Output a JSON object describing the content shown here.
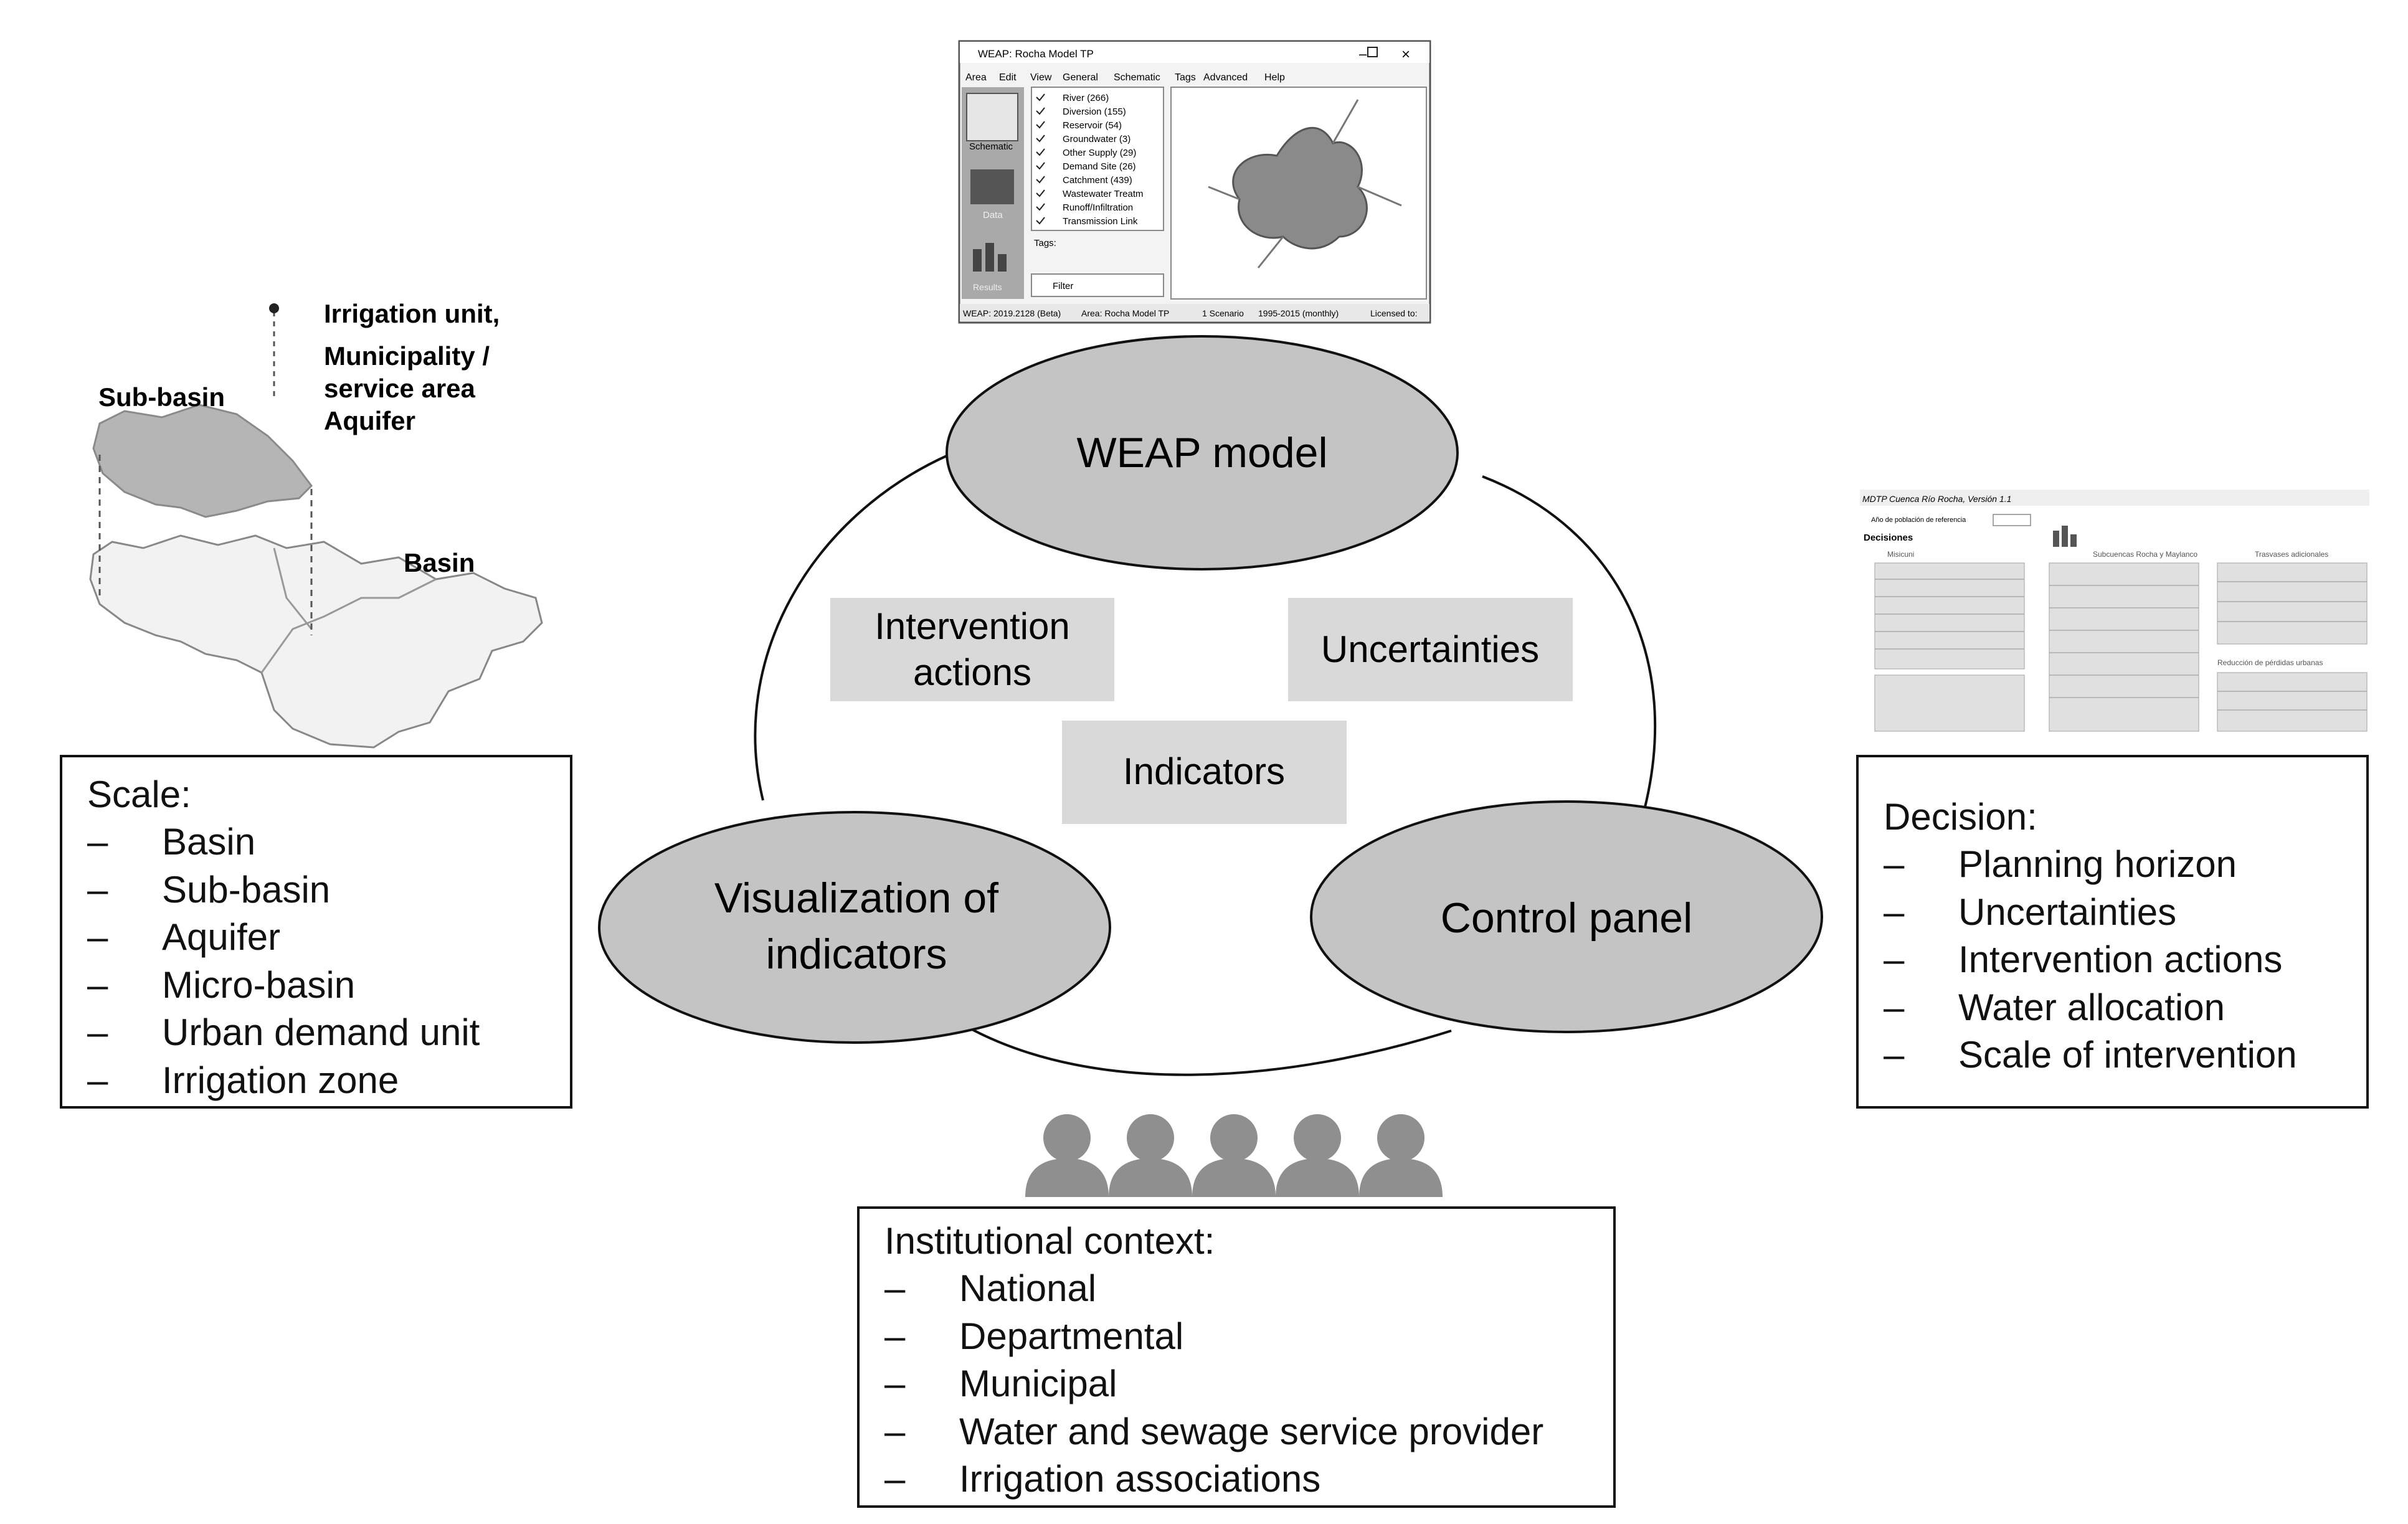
{
  "map": {
    "irrigation_label": "Irrigation unit,",
    "municipality_label": "Municipality /",
    "service_area_label": "service area",
    "aquifer_label": "Aquifer",
    "subbasin_label": "Sub-basin",
    "basin_label": "Basin"
  },
  "scale": {
    "title": "Scale:",
    "items": [
      "Basin",
      "Sub-basin",
      "Aquifer",
      "Micro-basin",
      "Urban demand unit",
      "Irrigation zone"
    ]
  },
  "decision": {
    "title": "Decision:",
    "items": [
      "Planning horizon",
      "Uncertainties",
      "Intervention actions",
      "Water allocation",
      "Scale of intervention"
    ]
  },
  "institutional": {
    "title": "Institutional context:",
    "items": [
      "National",
      "Departmental",
      "Municipal",
      "Water and sewage service provider",
      "Irrigation associations"
    ]
  },
  "cycle": {
    "weap_model": "WEAP model",
    "visualization_line1": "Visualization of",
    "visualization_line2": "indicators",
    "control_panel": "Control panel",
    "intervention_line1": "Intervention",
    "intervention_line2": "actions",
    "uncertainties": "Uncertainties",
    "indicators": "Indicators"
  },
  "bullet_dash": "–",
  "weap_window": {
    "title": "WEAP: Rocha Model TP",
    "menu": [
      "Area",
      "Edit",
      "View",
      "General",
      "Schematic",
      "Tags",
      "Advanced",
      "Help"
    ],
    "side_tabs": [
      "Schematic",
      "Data",
      "Results"
    ],
    "layers": [
      "River (266)",
      "Diversion (155)",
      "Reservoir (54)",
      "Groundwater (3)",
      "Other Supply (29)",
      "Demand Site (26)",
      "Catchment (439)",
      "Wastewater Treatm",
      "Runoff/Infiltration",
      "Transmission Link"
    ],
    "tags_label": "Tags:",
    "filter_label": "Filter",
    "status": [
      "WEAP: 2019.2128 (Beta)",
      "Area: Rocha Model TP",
      "1 Scenario",
      "1995-2015 (monthly)",
      "Licensed to:"
    ]
  },
  "control_panel_shot": {
    "title": "MDTP Cuenca Río Rocha, Versión 1.1",
    "ref_year_label": "Año de población de referencia",
    "decisions_label": "Decisiones",
    "col1": "Misicuni",
    "col2": "Subcuencas Rocha y Maylanco",
    "col3": "Trasvases adicionales",
    "sub_header": "Reducción de pérdidas urbanas"
  }
}
